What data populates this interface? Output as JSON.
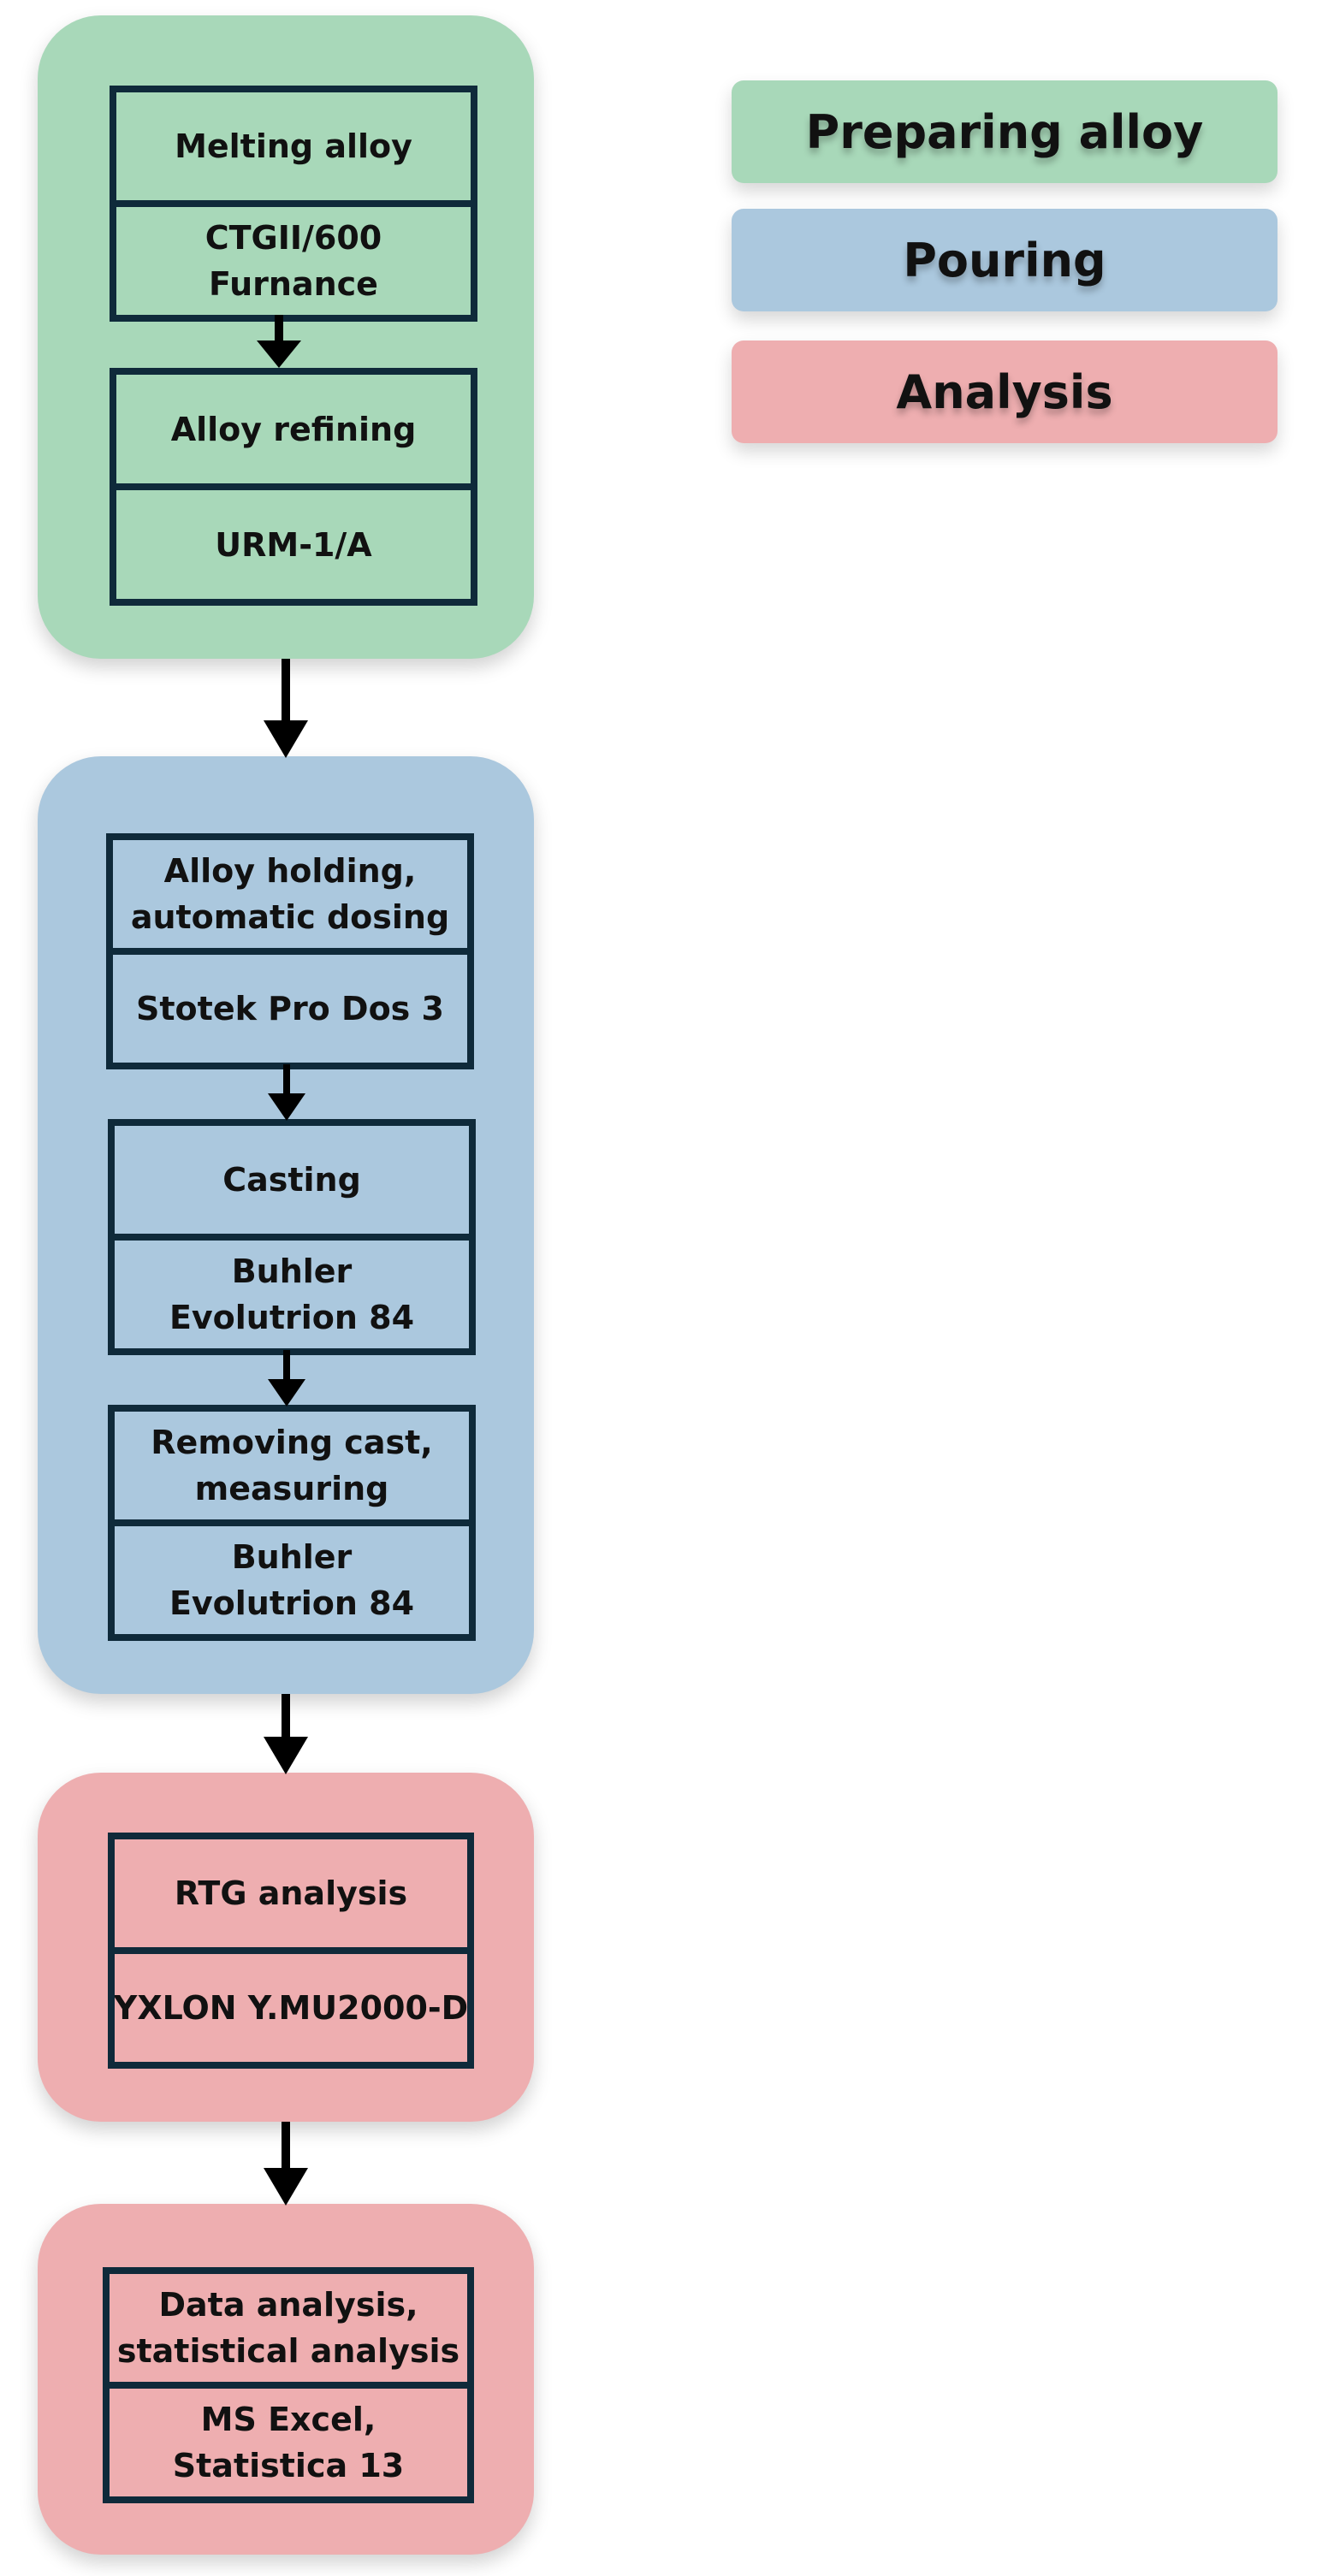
{
  "legend": {
    "preparing": "Preparing alloy",
    "pouring": "Pouring",
    "analysis": "Analysis"
  },
  "colors": {
    "preparing": "#a8d8b9",
    "pouring": "#abc8de",
    "analysis": "#eeaeb0",
    "border": "#0f2a3a"
  },
  "steps": {
    "melting": {
      "title": "Melting alloy",
      "equipment": "CTGII/600\nFurnance"
    },
    "refining": {
      "title": "Alloy refining",
      "equipment": "URM-1/A"
    },
    "holding": {
      "title": "Alloy holding,\nautomatic dosing",
      "equipment": "Stotek Pro Dos 3"
    },
    "casting": {
      "title": "Casting",
      "equipment": "Buhler\nEvolutrion 84"
    },
    "removing": {
      "title": "Removing cast,\nmeasuring",
      "equipment": "Buhler\nEvolutrion 84"
    },
    "rtg": {
      "title": "RTG analysis",
      "equipment": "YXLON  Y.MU2000-D"
    },
    "data": {
      "title": "Data analysis,\nstatistical analysis",
      "equipment": "MS Excel,\nStatistica 13"
    }
  }
}
